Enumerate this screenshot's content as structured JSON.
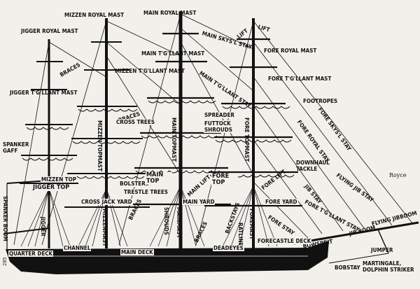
{
  "labels": {
    "mizzen_royal_mast": "MIZZEN ROYAL MAST",
    "main_royal_mast": "MAIN ROYAL MAST",
    "jigger_royal_mast": "JIGGER ROYAL MAST",
    "main_skysl_stay": "MAIN SKYS'L STAY",
    "lift_top": "LIFT",
    "lift_top2": "LIFT",
    "fore_royal_mast": "FORE ROYAL MAST",
    "braces_upper": "BRACES",
    "main_tgllant_mast": "MAIN T'G'LLANT MAST",
    "mizzen_tgllant_mast": "MIZZEN T'G'LLANT MAST",
    "main_tgllant_stay": "MAIN T'G'LLANT STAY",
    "fore_tgllant_mast": "FORE T'G'LLANT MAST",
    "jigger_tgllant_mast": "JIGGER T'G'LLANT MAST",
    "footropes": "FOOTROPES",
    "braces_mid": "BRACES",
    "cross_trees": "CROSS TREES",
    "spreader": "SPREADER",
    "futtock_shrouds": "FUTTOCK SHROUDS",
    "fore_skysl_stay": "FORE SKYS'L STAY",
    "fore_royal_stay": "FORE ROYAL STAY",
    "mizzen_topmast": "MIZZEN TOPMAST",
    "main_topmast": "MAIN TOPMAST",
    "fore_topmast": "FORE TOPMAST",
    "spanker_gaff": "SPANKER GAFF",
    "downhaul_tackle": "DOWNHAUL TACKLE",
    "flying_jib_stay": "FLYING JIB STAY",
    "royce": "Royce",
    "jigger_top": "JIGGER TOP",
    "mizzen_top": "MIZZEN TOP",
    "bolsters": "BOLSTERS",
    "trestle_trees": "TRESTLE TREES",
    "main_top": "MAIN TOP",
    "main_lift": "MAIN LIFT",
    "fore_top": "FORE TOP",
    "fore_lift": "FORE LIFT",
    "jib_stay": "JIB STAY",
    "fore_tgllant_stay": "FORE T'G'LLANT STAY",
    "spanker_boom": "SPANKER BOOM",
    "cross_jack_yard": "CROSS JACK YARD",
    "main_yard": "MAIN YARD",
    "fore_yard": "FORE YARD",
    "fore_stay": "FORE STAY",
    "jigger": "JIGGER",
    "mizzenmast": "MIZZENMAST",
    "braces_low": "BRACES",
    "shrouds": "SHROUDS",
    "mainmast": "MAINMAST",
    "braces_main": "BRACES",
    "backstays": "BACKSTAYS",
    "ratlines": "RATLINES",
    "foremast": "FOREMAST",
    "flying_jibboom": "FLYING JIBBOOM",
    "jib_boom": "JIB BOOM",
    "bowsprit": "BOWSPRIT",
    "quarter_deck": "QUARTER DECK",
    "channel": "CHANNEL",
    "main_deck": "MAIN DECK",
    "deadeyes": "DEADEYES",
    "forecastle_deck": "FORECASTLE DECK",
    "jumper": "JUMPER",
    "bobstay": "BOBSTAY",
    "martingale": "MARTINGALE, DOLPHIN STRIKER"
  },
  "page_number": "285",
  "colors": {
    "ink": "#111111",
    "paper": "#f2f0ea"
  }
}
